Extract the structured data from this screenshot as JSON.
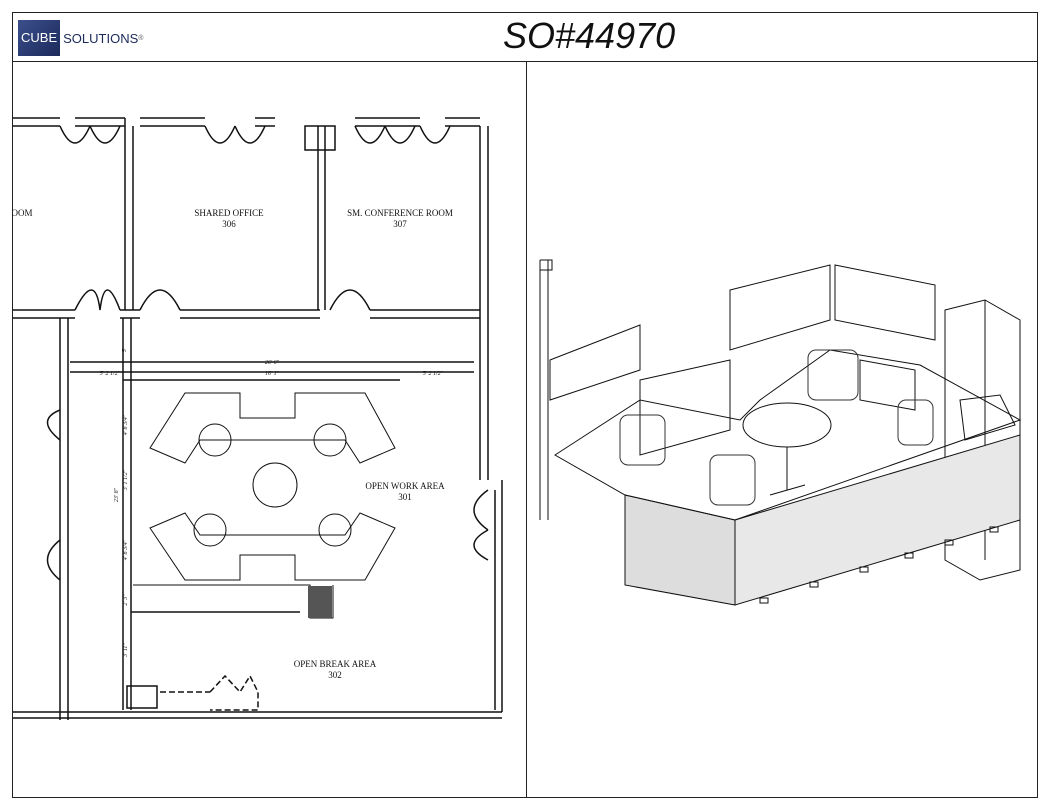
{
  "header": {
    "logo_primary": "CUBE",
    "logo_secondary": "SOLUTIONS",
    "logo_reg": "®",
    "title": "SO#44970"
  },
  "floorplan": {
    "rooms": [
      {
        "name": "OOM",
        "number": ""
      },
      {
        "name": "SHARED OFFICE",
        "number": "306"
      },
      {
        "name": "SM. CONFERENCE ROOM",
        "number": "307"
      },
      {
        "name": "OPEN WORK AREA",
        "number": "301"
      },
      {
        "name": "OPEN BREAK AREA",
        "number": "302"
      }
    ],
    "dimensions": {
      "overall_width": "26' 6\"",
      "left_offset": "5' 2 1/2\"",
      "cluster_width": "16' 1\"",
      "right_offset": "5' 2 1/2\"",
      "overall_depth": "23' 8\"",
      "top_gap": "5'",
      "d1": "4' 8 3/4\"",
      "d2": "3' 1 1/2\"",
      "d3": "4' 8 3/4\"",
      "d4": "2' 3\"",
      "d5": "3' 11\""
    }
  }
}
